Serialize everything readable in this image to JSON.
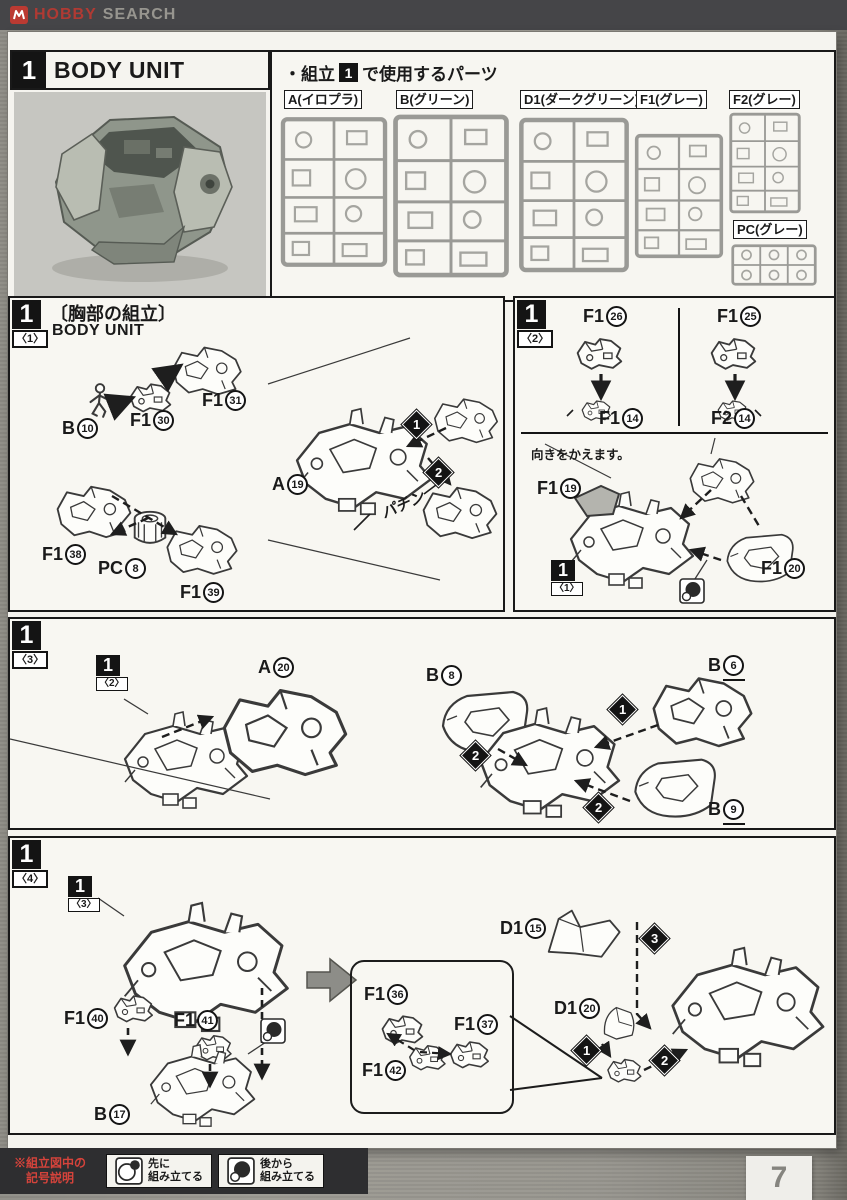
{
  "site_header": {
    "brand_hobby": "HOBBY",
    "brand_search": "SEARCH"
  },
  "page_number": "7",
  "top": {
    "step": "1",
    "title": "BODY UNIT",
    "parts_heading_pre": "・組立",
    "parts_heading_badge": "1",
    "parts_heading_post": "で使用するパーツ",
    "runners": [
      {
        "label": "A(イロプラ)"
      },
      {
        "label": "B(グリーン)"
      },
      {
        "label": "D1(ダークグリーン)"
      },
      {
        "label": "F1(グレー)"
      },
      {
        "label": "F2(グレー)"
      },
      {
        "label": "PC(グレー)"
      }
    ]
  },
  "sections": {
    "s1": {
      "step": "1",
      "sub": "〈1〉",
      "title_jp": "〔胸部の組立〕",
      "title_en": "BODY UNIT",
      "sfx": "パチン",
      "markers": {
        "m1": "1",
        "m2": "2"
      },
      "parts": {
        "b10": {
          "p": "B",
          "n": "10"
        },
        "f130": {
          "p": "F1",
          "n": "30"
        },
        "f131": {
          "p": "F1",
          "n": "31"
        },
        "f138": {
          "p": "F1",
          "n": "38"
        },
        "pc8": {
          "p": "PC",
          "n": "8"
        },
        "f139": {
          "p": "F1",
          "n": "39"
        },
        "a19": {
          "p": "A",
          "n": "19"
        }
      }
    },
    "s2": {
      "step": "1",
      "sub": "〈2〉",
      "note": "向きをかえます。",
      "ref": {
        "n": "1",
        "sub": "〈1〉"
      },
      "parts": {
        "f126": {
          "p": "F1",
          "n": "26"
        },
        "f114": {
          "p": "F1",
          "n": "14"
        },
        "f125": {
          "p": "F1",
          "n": "25"
        },
        "f214": {
          "p": "F2",
          "n": "14"
        },
        "f119": {
          "p": "F1",
          "n": "19"
        },
        "f120": {
          "p": "F1",
          "n": "20"
        }
      }
    },
    "s3": {
      "step": "1",
      "sub": "〈3〉",
      "ref": {
        "n": "1",
        "sub": "〈2〉"
      },
      "markers": {
        "m1": "1",
        "m2": "2",
        "m2b": "2"
      },
      "parts": {
        "a20": {
          "p": "A",
          "n": "20"
        },
        "b8": {
          "p": "B",
          "n": "8"
        },
        "b6": {
          "p": "B",
          "n": "6"
        },
        "b9": {
          "p": "B",
          "n": "9"
        }
      }
    },
    "s4": {
      "step": "1",
      "sub": "〈4〉",
      "ref": {
        "n": "1",
        "sub": "〈3〉"
      },
      "markers": {
        "m1": "1",
        "m2": "2",
        "m3": "3"
      },
      "parts": {
        "f140": {
          "p": "F1",
          "n": "40"
        },
        "f141": {
          "p": "F1",
          "n": "41"
        },
        "b17": {
          "p": "B",
          "n": "17"
        },
        "f136": {
          "p": "F1",
          "n": "36"
        },
        "f137": {
          "p": "F1",
          "n": "37"
        },
        "f142": {
          "p": "F1",
          "n": "42"
        },
        "d115": {
          "p": "D1",
          "n": "15"
        },
        "d120": {
          "p": "D1",
          "n": "20"
        }
      }
    }
  },
  "legend": {
    "heading_l1": "※組立図中の",
    "heading_l2": "記号説明",
    "first_l1": "先に",
    "first_l2": "組み立てる",
    "later_l1": "後から",
    "later_l2": "組み立てる"
  }
}
